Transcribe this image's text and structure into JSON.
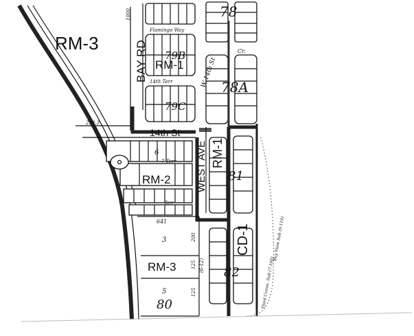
{
  "map": {
    "zones": {
      "rm3_top": "RM-3",
      "rm1_upper": "RM-1",
      "rm1_west": "RM-1",
      "rm2": "RM-2",
      "rm3_bottom": "RM-3",
      "cd1": "CD-1"
    },
    "streets": {
      "bay_rd": "BAY RD",
      "bay_rd_width": "1000",
      "flamingo_way": "Flamingo Way",
      "terrace_upper": "14th Terr",
      "fourteenth_st": "14th St",
      "west_ave": "WEST AVE",
      "west_ave_hand": "W 14th St",
      "court": "Cr.",
      "terrace_lower": "7 Terr",
      "terrace_bottom": "Terr"
    },
    "blocks": {
      "b78": "78",
      "b78a": "78A",
      "b79b": "79B",
      "b79c": "79C",
      "b81": "81",
      "b82": "82",
      "b80": "80",
      "lot3": "3",
      "lot5": "5",
      "lot6": "6"
    },
    "dimensions": {
      "d2983": "298.3",
      "d641": "641",
      "d200": "200",
      "d125a": "125",
      "d125b": "125",
      "plat_6_12": "(6-12)"
    },
    "subdivisions": {
      "third_comm": "Third Comm. Sub (7-160)",
      "bay_view": "Bay View Sub (9-119)"
    }
  }
}
